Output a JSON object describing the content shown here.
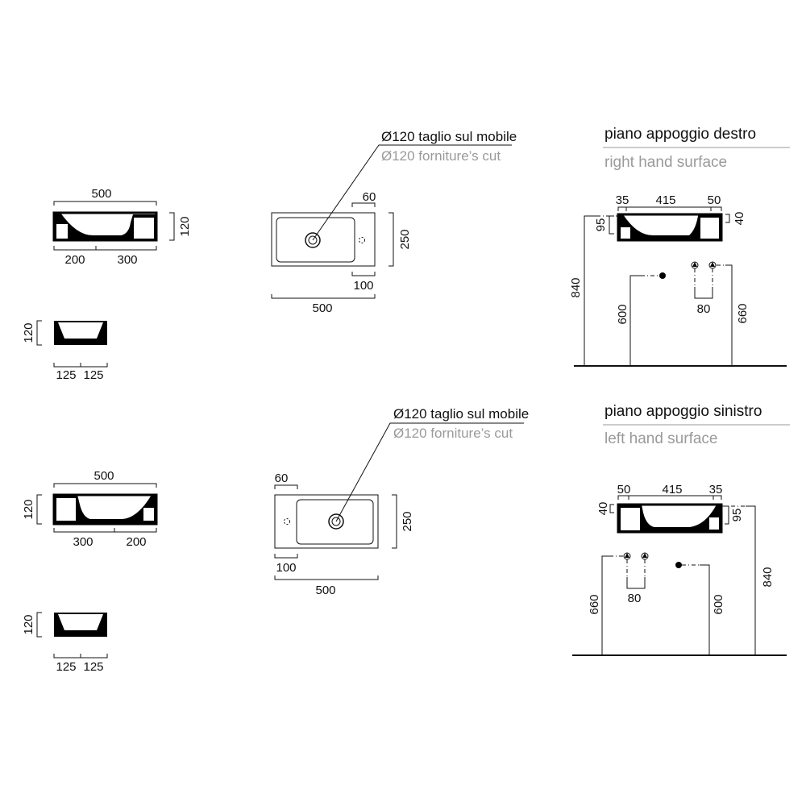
{
  "variant_right": {
    "front": {
      "width": "500",
      "height": "120",
      "left": "200",
      "right": "300"
    },
    "side": {
      "height": "120",
      "left": "125",
      "right": "125"
    },
    "plan": {
      "callout_it": "Ø120 taglio sul mobile",
      "callout_en": "Ø120 forniture’s cut",
      "tap_offset": "60",
      "depth": "250",
      "shelf": "100",
      "width": "500"
    },
    "elevation": {
      "title_it": "piano appoggio destro",
      "title_en": "right hand surface",
      "rim_left": "35",
      "basin": "415",
      "rim_right": "50",
      "inner_depth": "95",
      "shelf_height": "40",
      "top_height": "840",
      "drain_height": "600",
      "supply_spacing": "80",
      "supply_height": "660"
    }
  },
  "variant_left": {
    "front": {
      "width": "500",
      "height": "120",
      "left": "300",
      "right": "200"
    },
    "side": {
      "height": "120",
      "left": "125",
      "right": "125"
    },
    "plan": {
      "callout_it": "Ø120 taglio sul mobile",
      "callout_en": "Ø120 forniture’s cut",
      "tap_offset": "60",
      "depth": "250",
      "shelf": "100",
      "width": "500"
    },
    "elevation": {
      "title_it": "piano appoggio sinistro",
      "title_en": "left hand surface",
      "rim_left": "50",
      "basin": "415",
      "rim_right": "35",
      "shelf_height": "40",
      "inner_depth": "95",
      "top_height": "840",
      "supply_spacing": "80",
      "supply_height": "660",
      "drain_height": "600"
    }
  }
}
